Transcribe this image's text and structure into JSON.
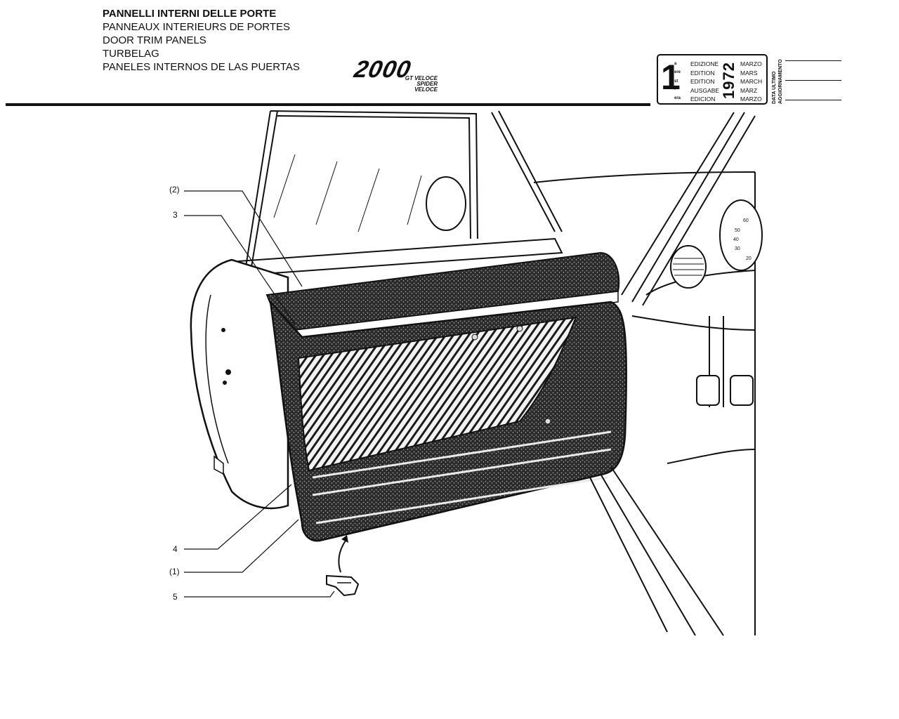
{
  "titles": {
    "it": "PANNELLI INTERNI DELLE PORTE",
    "fr": "PANNEAUX INTERIEURS DE PORTES",
    "en": "DOOR TRIM PANELS",
    "de": "TURBELAG",
    "es": "PANELES INTERNOS DE LAS PUERTAS"
  },
  "logo": {
    "model": "2000",
    "variant1": "GT VELOCE",
    "variant2": "SPIDER VELOCE"
  },
  "edition": {
    "number": "1",
    "suffixes": [
      "a",
      "ere",
      "st",
      "-",
      "era"
    ],
    "labels": [
      "EDIZIONE",
      "EDITION",
      "EDITION",
      "AUSGABE",
      "EDICION"
    ],
    "year": "1972",
    "months": [
      "MARZO",
      "MARS",
      "MARCH",
      "MÄRZ",
      "MARZO"
    ]
  },
  "update": {
    "line1": "DATA ULTIMO",
    "line2": "AGGIORNAMENTO"
  },
  "callouts": {
    "c2": "(2)",
    "c3": "3",
    "c4": "4",
    "c1": "(1)",
    "c5": "5"
  },
  "gauge": {
    "ticks": [
      "60",
      "50",
      "40",
      "30",
      "20"
    ]
  }
}
